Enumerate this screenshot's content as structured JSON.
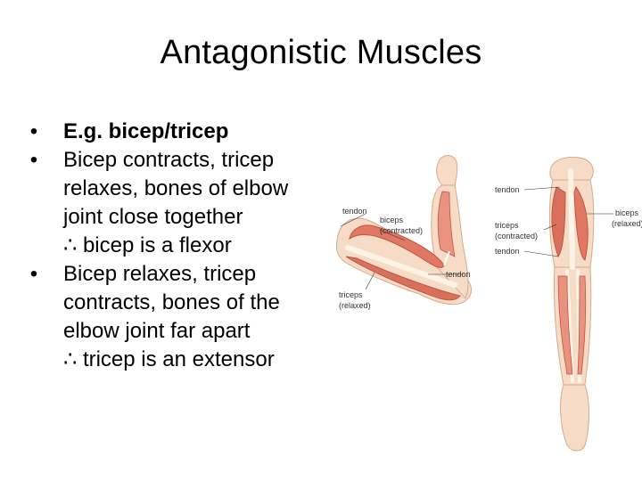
{
  "slide": {
    "title": "Antagonistic Muscles",
    "bullets": [
      {
        "lines": [
          "E.g. bicep/tricep"
        ],
        "bold": true
      },
      {
        "lines": [
          "Bicep contracts, tricep",
          "relaxes, bones of elbow",
          "joint close together",
          "∴ bicep is a flexor"
        ],
        "bold": false
      },
      {
        "lines": [
          "Bicep relaxes, tricep",
          "contracts, bones of the",
          "elbow joint far apart",
          "∴ tricep is an extensor"
        ],
        "bold": false
      }
    ]
  },
  "diagram": {
    "bent_arm": {
      "tendon_left": "tendon",
      "biceps": [
        "biceps",
        "(contracted)"
      ],
      "tendon_right": "tendon",
      "triceps": [
        "triceps",
        "(relaxed)"
      ]
    },
    "straight_arm": {
      "tendon_top": "tendon",
      "triceps": [
        "triceps",
        "(contracted)"
      ],
      "tendon_bottom": "tendon",
      "biceps": [
        "biceps",
        "(relaxed)"
      ]
    },
    "colors": {
      "skin": "#f6dcc6",
      "skin_outline": "#d9a98a",
      "muscle": "#e07864",
      "muscle_dark": "#c2543f",
      "bone": "#fbf3e6",
      "tendon": "#ffffff"
    }
  }
}
